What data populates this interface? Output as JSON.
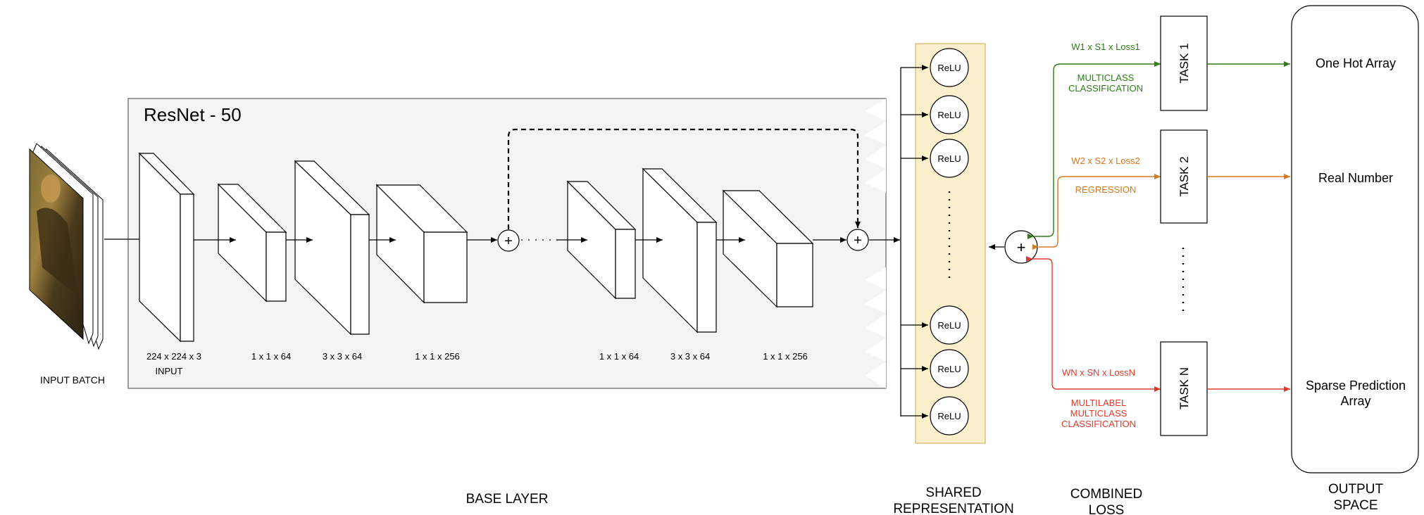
{
  "base": {
    "title": "ResNet - 50",
    "input_batch_label": "INPUT BATCH",
    "input_dims": "224 x 224 x 3",
    "input_label": "INPUT",
    "block_dims": [
      "1 x 1 x 64",
      "3 x 3 x 64",
      "1 x 1 x 256",
      "1 x 1 x 64",
      "3 x 3 x 64",
      "1 x 1 x 256"
    ],
    "plus_symbol": "+"
  },
  "shared": {
    "relu_labels": [
      "ReLU",
      "ReLU",
      "ReLU",
      "ReLU",
      "ReLU",
      "ReLU"
    ]
  },
  "loss": {
    "plus_symbol": "+",
    "branches": [
      {
        "weight": "W1 x S1 x Loss1",
        "type_lines": [
          "MULTICLASS",
          "CLASSIFICATION"
        ],
        "color": "#2e7d17"
      },
      {
        "weight": "W2 x S2 x Loss2",
        "type_lines": [
          "REGRESSION"
        ],
        "color": "#d6781f"
      },
      {
        "weight": "WN x SN x LossN",
        "type_lines": [
          "MULTILABEL",
          "MULTICLASS",
          "CLASSIFICATION"
        ],
        "color": "#e03b2a"
      }
    ]
  },
  "tasks": [
    "TASK 1",
    "TASK 2",
    "TASK N"
  ],
  "outputs": [
    {
      "lines": [
        "One Hot Array"
      ]
    },
    {
      "lines": [
        "Real Number"
      ]
    },
    {
      "lines": [
        "Sparse Prediction",
        "Array"
      ]
    }
  ],
  "sections": {
    "base_layer": [
      "BASE LAYER"
    ],
    "shared_representation": [
      "SHARED",
      "REPRESENTATION"
    ],
    "combined_loss": [
      "COMBINED",
      "LOSS"
    ],
    "output_space": [
      "OUTPUT",
      "SPACE"
    ]
  }
}
